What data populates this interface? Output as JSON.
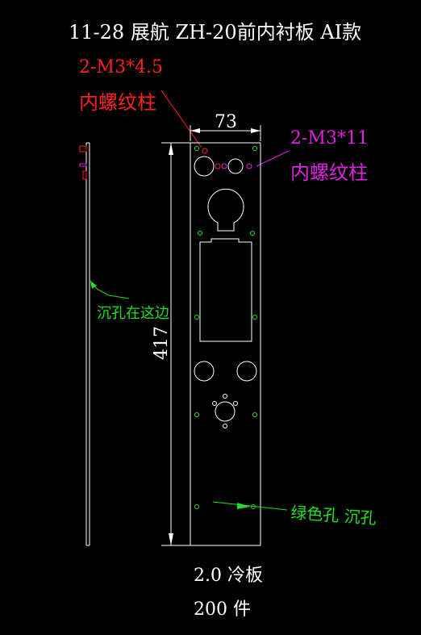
{
  "title": "11-28 展航 ZH-20前内衬板 AI款",
  "callout_red": {
    "line1": "2-M3*4.5",
    "line2": "内螺纹柱"
  },
  "callout_magenta": {
    "line1": "2-M3*11",
    "line2": "内螺纹柱"
  },
  "dim_width": "73",
  "dim_height": "417",
  "note_countersink_side": "沉孔在这边",
  "note_green_holes": "绿色孔 沉孔",
  "material": "2.0 冷板",
  "quantity": "200 件",
  "colors": {
    "background": "#000000",
    "outline": "#ffffff",
    "red": "#ff2020",
    "magenta": "#e020e0",
    "green": "#20e020"
  }
}
